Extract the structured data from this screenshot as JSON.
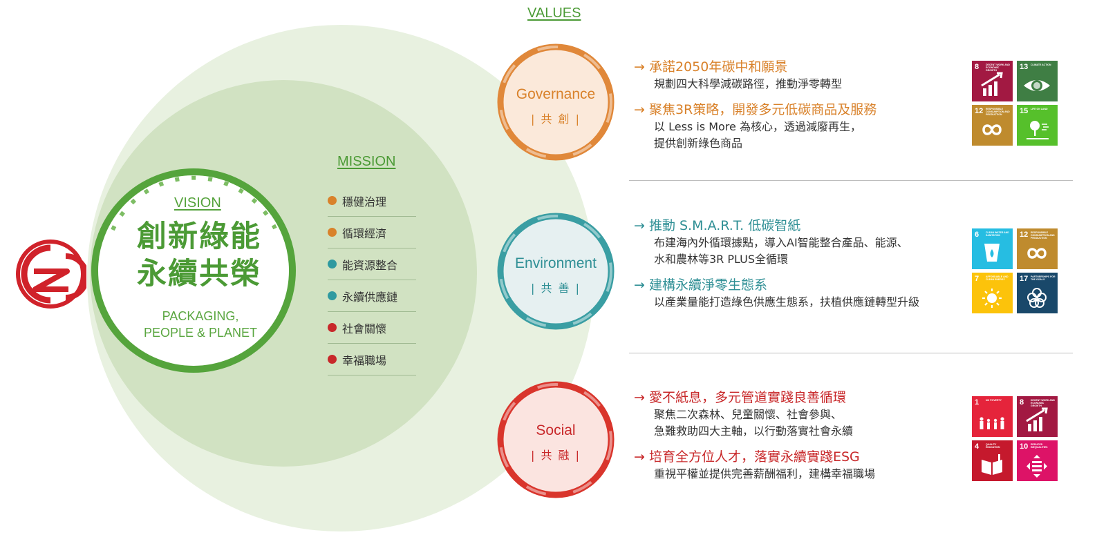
{
  "colors": {
    "green": "#4b9a35",
    "governance": "#e0883a",
    "environment": "#3a9ea3",
    "social": "#d9352c"
  },
  "vision": {
    "title": "VISION",
    "line1": "創新綠能",
    "line2": "永續共榮",
    "sub1": "PACKAGING,",
    "sub2": "PEOPLE & PLANET"
  },
  "mission": {
    "title": "MISSION",
    "items": [
      {
        "label": "穩健治理",
        "color": "#d9822b"
      },
      {
        "label": "循環經濟",
        "color": "#d9822b"
      },
      {
        "label": "能資源整合",
        "color": "#2f9aa0"
      },
      {
        "label": "永續供應鏈",
        "color": "#2f9aa0"
      },
      {
        "label": "社會關懷",
        "color": "#c8282a"
      },
      {
        "label": "幸福職場",
        "color": "#c8282a"
      }
    ]
  },
  "values": {
    "title": "VALUES",
    "governance": {
      "label": "Governance",
      "sub": "| 共 創 |",
      "entries": [
        {
          "head": "→ 承諾2050年碳中和願景",
          "body": [
            "規劃四大科學減碳路徑，推動淨零轉型"
          ]
        },
        {
          "head": "→ 聚焦3R策略，開發多元低碳商品及服務",
          "body": [
            "以 Less is More 為核心，透過減廢再生，",
            "提供創新綠色商品"
          ]
        }
      ]
    },
    "environment": {
      "label": "Environment",
      "sub": "| 共 善 |",
      "entries": [
        {
          "head": "→ 推動 S.M.A.R.T. 低碳智紙",
          "body": [
            "布建海內外循環據點，導入AI智能整合產品、能源、",
            "水和農林等3R PLUS全循環"
          ]
        },
        {
          "head": "→ 建構永續淨零生態系",
          "body": [
            "以產業量能打造綠色供應生態系，扶植供應鏈轉型升級"
          ]
        }
      ]
    },
    "social": {
      "label": "Social",
      "sub": "| 共 融 |",
      "entries": [
        {
          "head": "→ 愛不紙息，多元管道實踐良善循環",
          "body": [
            "聚焦二次森林、兒童關懷、社會參與、",
            "急難救助四大主軸，以行動落實社會永續"
          ]
        },
        {
          "head": "→ 培育全方位人才，落實永續實踐ESG",
          "body": [
            "重視平權並提供完善薪酬福利，建構幸福職場"
          ]
        }
      ]
    }
  },
  "sdgs": {
    "governance": [
      {
        "num": "8",
        "text": "DECENT WORK AND ECONOMIC GROWTH",
        "color": "#a21942",
        "icon": "growth-chart-icon"
      },
      {
        "num": "13",
        "text": "CLIMATE ACTION",
        "color": "#3f7e44",
        "icon": "eye-globe-icon"
      },
      {
        "num": "12",
        "text": "RESPONSIBLE CONSUMPTION AND PRODUCTION",
        "color": "#bf8b2e",
        "icon": "infinity-icon"
      },
      {
        "num": "15",
        "text": "LIFE ON LAND",
        "color": "#56c02b",
        "icon": "tree-icon"
      }
    ],
    "environment": [
      {
        "num": "6",
        "text": "CLEAN WATER AND SANITATION",
        "color": "#26bde2",
        "icon": "water-drop-icon"
      },
      {
        "num": "12",
        "text": "RESPONSIBLE CONSUMPTION AND PRODUCTION",
        "color": "#bf8b2e",
        "icon": "infinity-icon"
      },
      {
        "num": "7",
        "text": "AFFORDABLE AND CLEAN ENERGY",
        "color": "#fcc30b",
        "icon": "sun-icon"
      },
      {
        "num": "17",
        "text": "PARTNERSHIPS FOR THE GOALS",
        "color": "#19486a",
        "icon": "rings-icon"
      }
    ],
    "social": [
      {
        "num": "1",
        "text": "NO POVERTY",
        "color": "#e5243b",
        "icon": "family-icon"
      },
      {
        "num": "8",
        "text": "DECENT WORK AND ECONOMIC GROWTH",
        "color": "#a21942",
        "icon": "growth-chart-icon"
      },
      {
        "num": "4",
        "text": "QUALITY EDUCATION",
        "color": "#c5192d",
        "icon": "book-icon"
      },
      {
        "num": "10",
        "text": "REDUCED INEQUALITIES",
        "color": "#dd1367",
        "icon": "equality-icon"
      }
    ]
  }
}
